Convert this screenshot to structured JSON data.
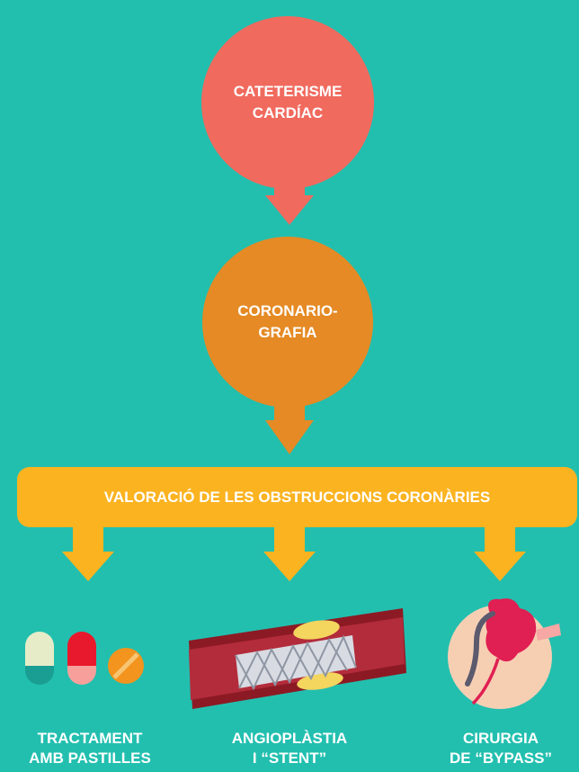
{
  "nodes": {
    "cateterisme": {
      "line1": "CATETERISME",
      "line2": "CARDÍAC"
    },
    "coronariografia": {
      "line1": "CORONARIO-",
      "line2": "GRAFIA"
    },
    "valoracio": {
      "label": "VALORACIÓ DE LES OBSTRUCCIONS CORONÀRIES"
    }
  },
  "options": [
    {
      "line1": "TRACTAMENT",
      "line2": "AMB PASTILLES",
      "icon": "pills-icon"
    },
    {
      "line1": "ANGIOPLÀSTIA",
      "line2": "I “STENT”",
      "icon": "stent-icon"
    },
    {
      "line1": "CIRURGIA",
      "line2": "DE “BYPASS”",
      "icon": "heart-bypass-icon"
    }
  ],
  "colors": {
    "background": "#22bfaf",
    "cateterisme": "#f06a5e",
    "coronariografia": "#e58a24",
    "valoracio": "#fbb320"
  }
}
